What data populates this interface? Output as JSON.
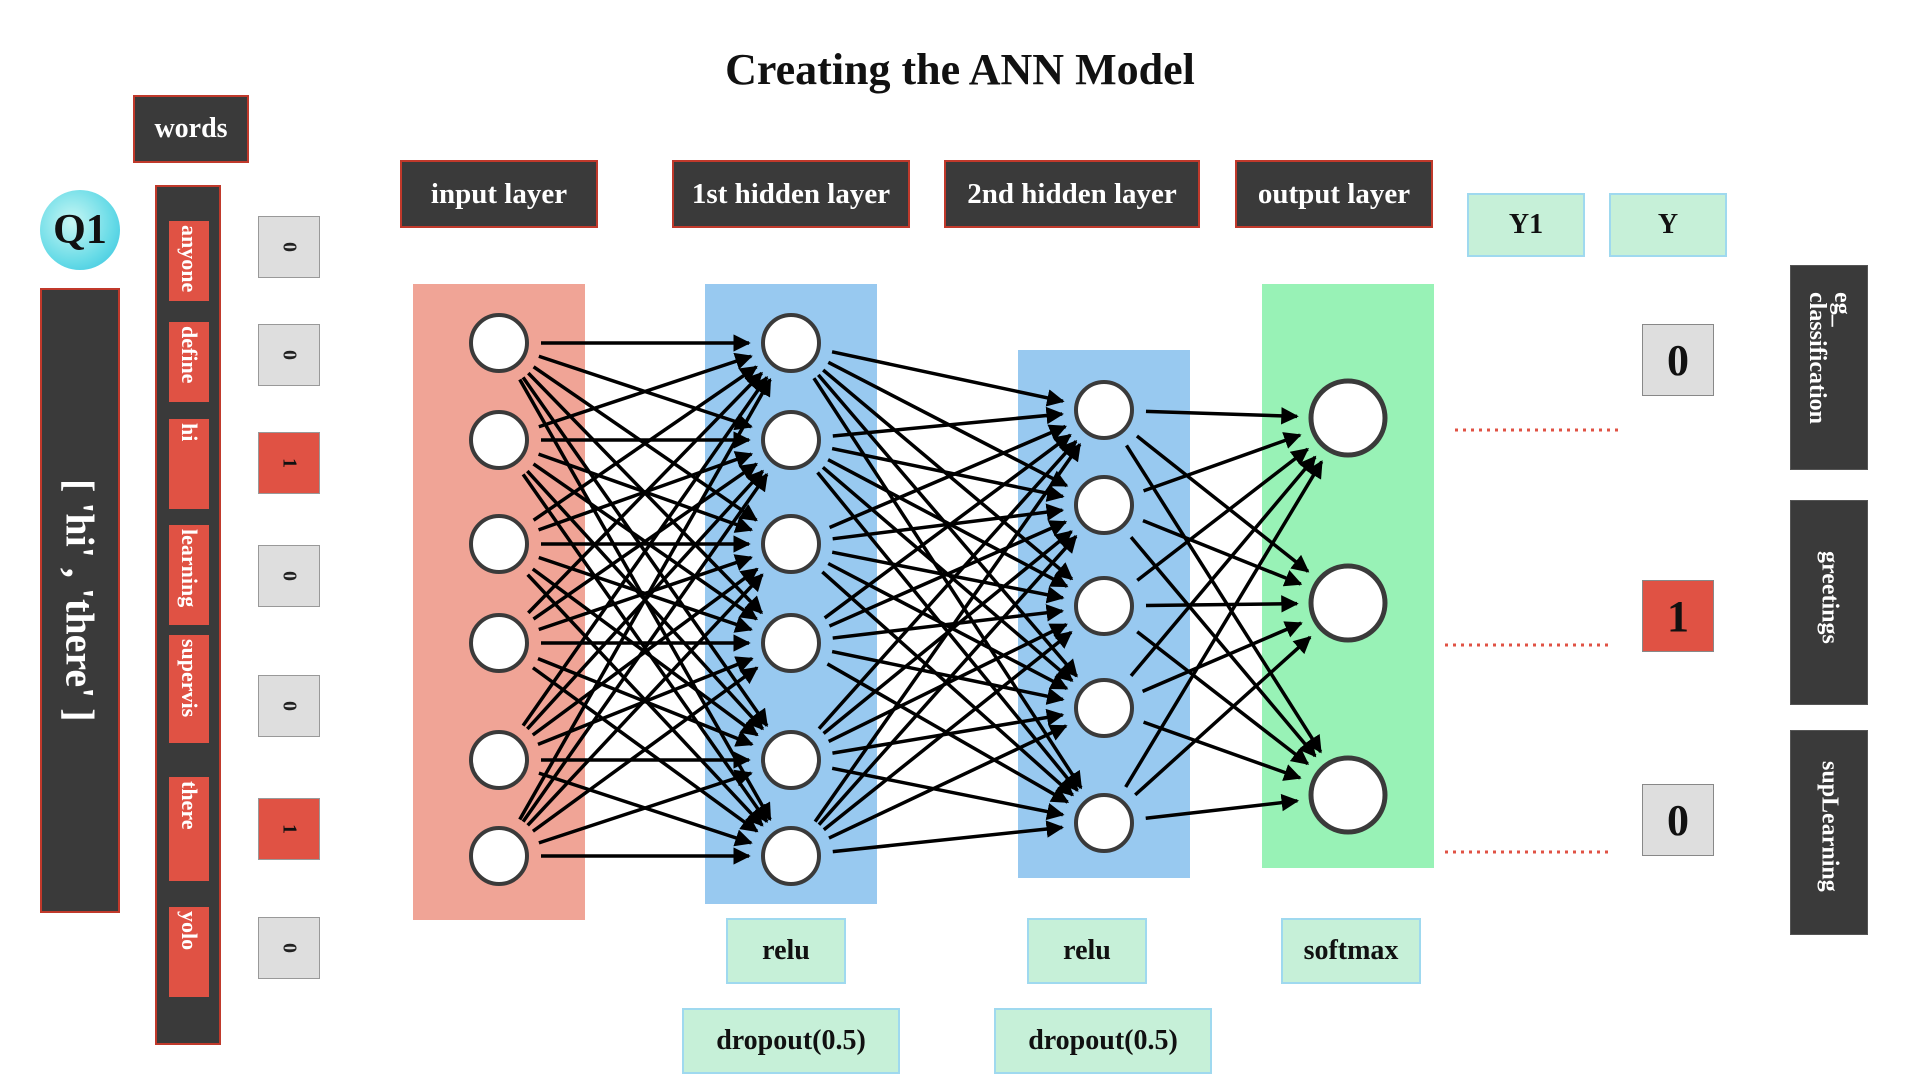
{
  "title": "Creating the ANN Model",
  "question": {
    "badge": "Q1",
    "sentence": "[ 'hi' , 'there' ]"
  },
  "words_header": "words",
  "vocabulary": [
    {
      "word": "anyone",
      "bit": "0",
      "active": false
    },
    {
      "word": "define",
      "bit": "0",
      "active": false
    },
    {
      "word": "hi",
      "bit": "1",
      "active": true
    },
    {
      "word": "learning",
      "bit": "0",
      "active": false
    },
    {
      "word": "supervis",
      "bit": "0",
      "active": false
    },
    {
      "word": "there",
      "bit": "1",
      "active": true
    },
    {
      "word": "yolo",
      "bit": "0",
      "active": false
    }
  ],
  "layers": {
    "input": {
      "label": "input layer",
      "neurons": 6,
      "color": "#f0a496"
    },
    "hidden1": {
      "label": "1st hidden layer",
      "neurons": 6,
      "color": "#98c9f0",
      "activation": "relu",
      "dropout": "dropout(0.5)"
    },
    "hidden2": {
      "label": "2nd hidden layer",
      "neurons": 5,
      "color": "#98c9f0",
      "activation": "relu",
      "dropout": "dropout(0.5)"
    },
    "output": {
      "label": "output layer",
      "neurons": 3,
      "color": "#98f2b6",
      "activation": "softmax"
    }
  },
  "targets": {
    "y1_label": "Y1",
    "y_label": "Y",
    "values": [
      "0",
      "1",
      "0"
    ],
    "active": [
      false,
      true,
      false
    ]
  },
  "classes": [
    "eg_\nclassification",
    "greetings",
    "supLearning"
  ],
  "colors": {
    "dark": "#3a3a3a",
    "accent_red": "#e05244",
    "green_label": "#c6f0d8",
    "dotted_line": "#e05244"
  }
}
